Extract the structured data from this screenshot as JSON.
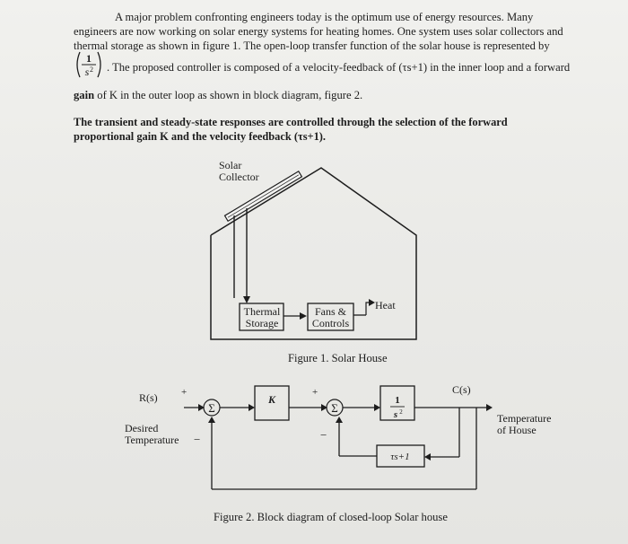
{
  "paragraph1": {
    "line1": "A major problem confronting engineers today is the optimum use of energy resources. Many",
    "line2": "engineers are now working on solar energy systems for heating homes. One system uses solar collectors and",
    "line3": "thermal storage as shown in figure 1. The open-loop transfer function of the solar house is represented by"
  },
  "tf": {
    "num": "1",
    "den": "s",
    "exp": "2"
  },
  "paragraph2": {
    "line1": ". The proposed controller is composed of a velocity-feedback of (τs+1) in the inner loop and a forward",
    "gain_word": "gain",
    "line2_rest": "of K in the outer loop as shown in block diagram, figure 2."
  },
  "paragraph3": {
    "line1": "The transient and steady-state responses are controlled through the selection of the forward",
    "line2": "proportional gain K and the velocity feedback (τs+1)."
  },
  "figure1": {
    "collector_l1": "Solar",
    "collector_l2": "Collector",
    "storage_l1": "Thermal",
    "storage_l2": "Storage",
    "fans_l1": "Fans &",
    "fans_l2": "Controls",
    "heat": "Heat",
    "caption": "Figure 1. Solar House"
  },
  "figure2": {
    "input": "R(s)",
    "desired_l1": "Desired",
    "desired_l2": "Temperature",
    "plus1": "+",
    "minus1": "−",
    "sum1": "Σ",
    "gain": "K",
    "plus2": "+",
    "minus2": "−",
    "sum2": "Σ",
    "plant_num": "1",
    "plant_den": "s",
    "plant_exp": "2",
    "feedback": "τs+1",
    "output": "C(s)",
    "out_l1": "Temperature",
    "out_l2": "of House",
    "caption": "Figure 2. Block diagram of closed-loop Solar house"
  }
}
